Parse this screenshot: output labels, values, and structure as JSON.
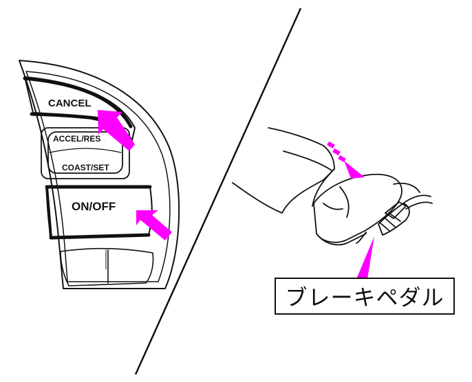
{
  "switch_panel": {
    "cancel_label": "CANCEL",
    "accel_res_label": "ACCEL/RES",
    "coast_set_label": "COAST/SET",
    "on_off_label": "ON/OFF"
  },
  "callout": {
    "label": "ブレーキペダル"
  },
  "colors": {
    "arrow": "#ff00ff",
    "line": "#111111"
  }
}
